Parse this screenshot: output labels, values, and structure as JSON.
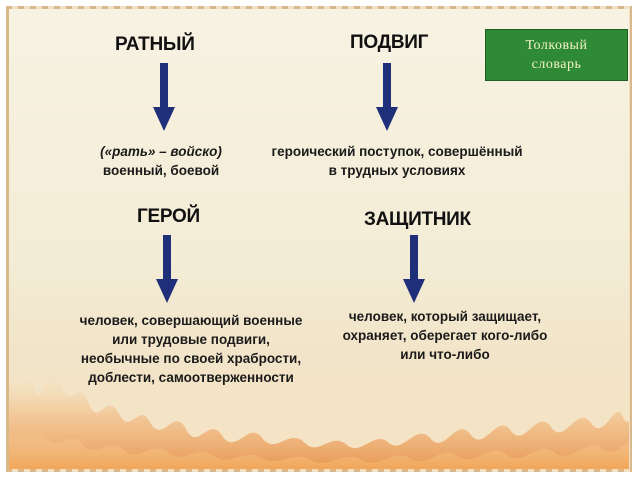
{
  "dictionary_label": {
    "line1": "Толковый",
    "line2": "словарь"
  },
  "entries": [
    {
      "word": "РАТНЫЙ",
      "definition_italic": "(«рать» – войско)",
      "definition": [
        "военный, боевой"
      ]
    },
    {
      "word": "ПОДВИГ",
      "definition_italic": "",
      "definition": [
        "героический поступок, совершённый",
        "в трудных условиях"
      ]
    },
    {
      "word": "ГЕРОЙ",
      "definition_italic": "",
      "definition": [
        "человек, совершающий военные",
        "или трудовые подвиги,",
        "необычные по своей храбрости,",
        "доблести, самоотверженности"
      ]
    },
    {
      "word": "ЗАЩИТНИК",
      "definition_italic": "",
      "definition": [
        "человек, который  защищает,",
        "охраняет, оберегает кого-либо",
        "или что-либо"
      ]
    }
  ],
  "colors": {
    "arrow": "#1f2f7a",
    "dictionary_bg": "#2f8a35",
    "flame": "#e8873a"
  }
}
